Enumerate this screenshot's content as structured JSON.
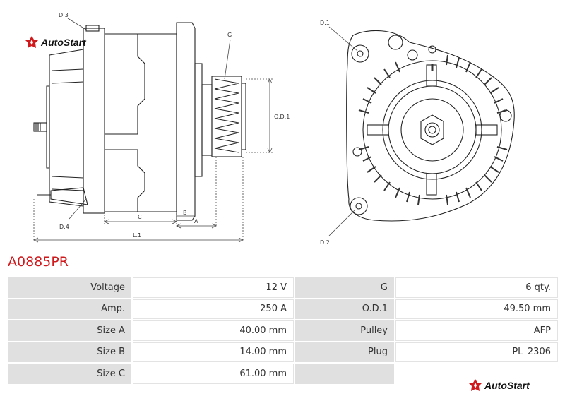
{
  "brand": {
    "name": "AutoStart",
    "color": "#d0191c"
  },
  "product_code": "A0885PR",
  "drawing": {
    "labels": {
      "d3": "D.3",
      "g": "G",
      "od1": "O.D.1",
      "d4": "D.4",
      "c": "C",
      "b": "B",
      "a": "A",
      "l1": "L.1",
      "d1": "D.1",
      "d2": "D.2"
    }
  },
  "specs": {
    "rows": [
      {
        "left_label": "Voltage",
        "left_value": "12 V",
        "right_label": "G",
        "right_value": "6 qty."
      },
      {
        "left_label": "Amp.",
        "left_value": "250 A",
        "right_label": "O.D.1",
        "right_value": "49.50 mm"
      },
      {
        "left_label": "Size A",
        "left_value": "40.00 mm",
        "right_label": "Pulley",
        "right_value": "AFP"
      },
      {
        "left_label": "Size B",
        "left_value": "14.00 mm",
        "right_label": "Plug",
        "right_value": "PL_2306"
      },
      {
        "left_label": "Size C",
        "left_value": "61.00 mm",
        "right_label": "",
        "right_value": ""
      }
    ]
  }
}
